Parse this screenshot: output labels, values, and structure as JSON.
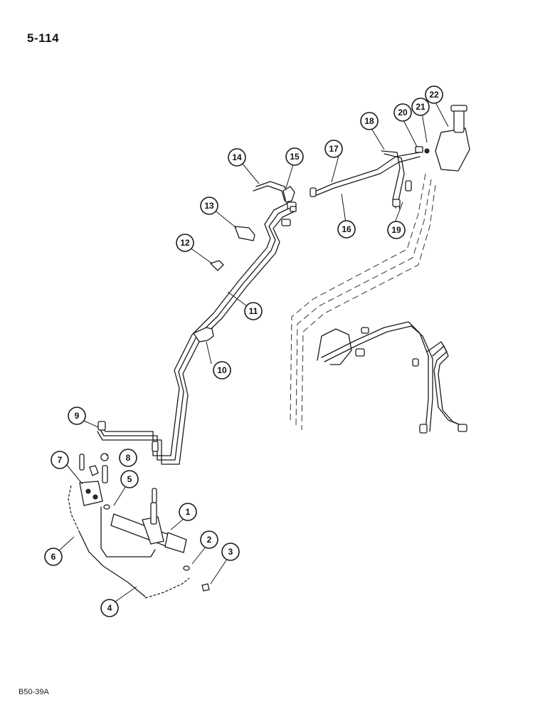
{
  "page": {
    "number": "5-114",
    "figure_code": "B50-39A"
  },
  "callouts": [
    {
      "id": "callout-1",
      "label": "1"
    },
    {
      "id": "callout-2",
      "label": "2"
    },
    {
      "id": "callout-3",
      "label": "3"
    },
    {
      "id": "callout-4",
      "label": "4"
    },
    {
      "id": "callout-5",
      "label": "5"
    },
    {
      "id": "callout-6",
      "label": "6"
    },
    {
      "id": "callout-7",
      "label": "7"
    },
    {
      "id": "callout-8",
      "label": "8"
    },
    {
      "id": "callout-9",
      "label": "9"
    },
    {
      "id": "callout-10",
      "label": "10"
    },
    {
      "id": "callout-11",
      "label": "11"
    },
    {
      "id": "callout-12",
      "label": "12"
    },
    {
      "id": "callout-13",
      "label": "13"
    },
    {
      "id": "callout-14",
      "label": "14"
    },
    {
      "id": "callout-15",
      "label": "15"
    },
    {
      "id": "callout-16",
      "label": "16"
    },
    {
      "id": "callout-17",
      "label": "17"
    },
    {
      "id": "callout-18",
      "label": "18"
    },
    {
      "id": "callout-19",
      "label": "19"
    },
    {
      "id": "callout-20",
      "label": "20"
    },
    {
      "id": "callout-21",
      "label": "21"
    },
    {
      "id": "callout-22",
      "label": "22"
    }
  ]
}
